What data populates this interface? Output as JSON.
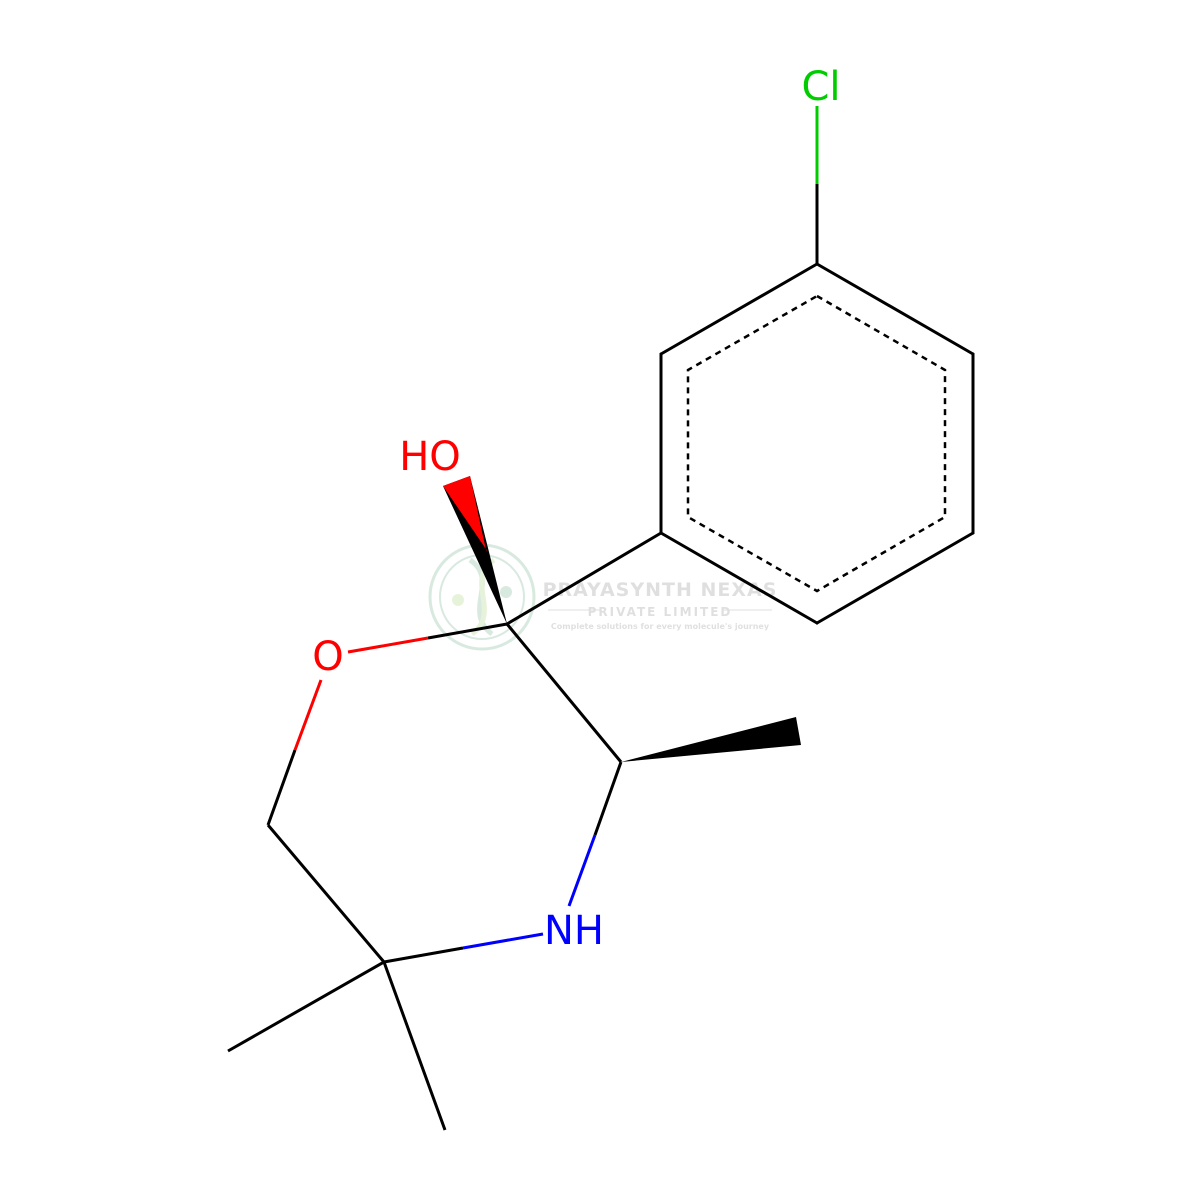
{
  "molecule": {
    "atoms": {
      "chlorine": "Cl",
      "hydroxyl": "HO",
      "ring_oxygen": "O",
      "ring_nitrogen": "NH"
    },
    "colors": {
      "bond": "#000000",
      "chlorine": "#00CC00",
      "oxygen": "#FF0000",
      "nitrogen": "#0000FF"
    }
  },
  "watermark": {
    "title": "PRAYASYNTH NEXAS",
    "subtitle": "PRIVATE LIMITED",
    "tagline": "Complete solutions for every molecule's journey",
    "color": "#9a9a9a"
  }
}
